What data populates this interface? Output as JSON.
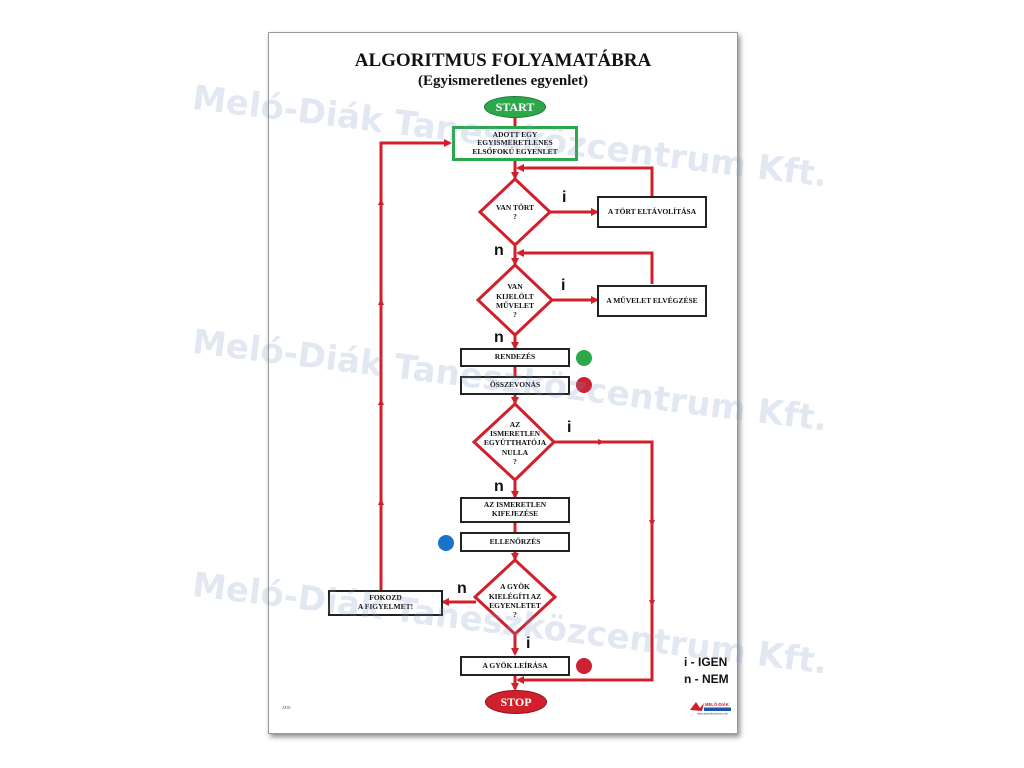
{
  "title": "ALGORITMUS FOLYAMATÁBRA",
  "subtitle": "(Egyismeretlenes egyenlet)",
  "start_label": "START",
  "stop_label": "STOP",
  "steps": {
    "given": "ADOTT EGY\nEGYISMERETLENES\nELSŐFOKÚ EGYENLET",
    "remove_fraction": "A TÖRT ELTÁVOLÍTÁSA",
    "do_operation": "A MŰVELET ELVÉGZÉSE",
    "arrange": "RENDEZÉS",
    "combine": "ÖSSZEVONÁS",
    "express": "AZ ISMERETLEN\nKIFEJEZÉSE",
    "check": "ELLENŐRZÉS",
    "attention": "FOKOZD\nA FIGYELMET!",
    "write_root": "A GYÖK LEÍRÁSA"
  },
  "decisions": {
    "fraction": "VAN TÖRT\n?",
    "operation": "VAN\nKIJELÖLT\nMŰVELET\n?",
    "coefficient": "AZ\nISMERETLEN\nEGYÜTTHATÓJA\nNULLA\n?",
    "root_check": "A GYÖK\nKIELÉGÍTI AZ\nEGYENLETET\n?"
  },
  "branch_labels": {
    "yes": "i",
    "no": "n"
  },
  "legend": {
    "yes": "i - IGEN",
    "no": "n - NEM"
  },
  "poster_code": "AT01",
  "logo_text": "MELÓ-DIÁK",
  "logo_url": "www.taneszkozcentrum.hu",
  "watermark": "Meló-Diák Taneszközcentrum Kft.",
  "colors": {
    "flow_line": "#d0202c",
    "start_oval": "#2aa84a",
    "stop_oval": "#d0202c",
    "given_border": "#2aa84a",
    "dot_green": "#2aa84a",
    "dot_red": "#cc2233",
    "dot_blue": "#1a73c8"
  }
}
